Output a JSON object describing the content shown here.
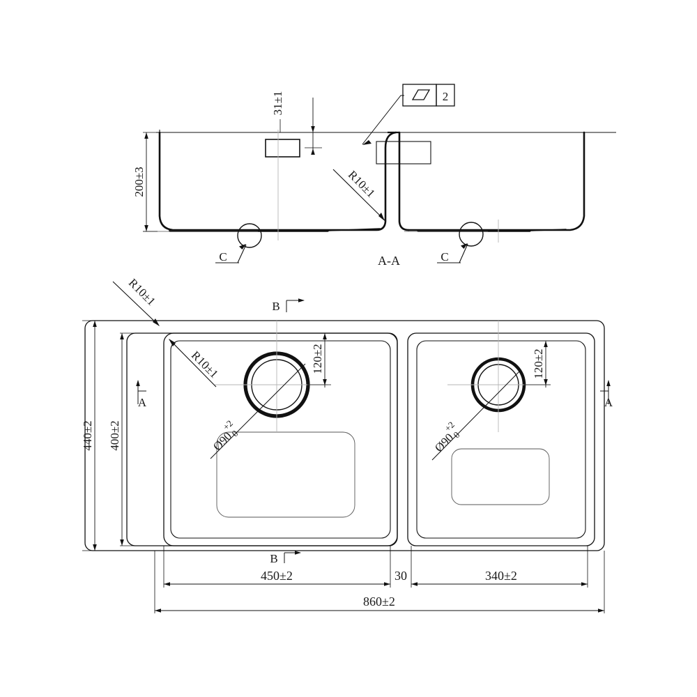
{
  "drawing": {
    "title": "Double bowl kitchen sink technical drawing",
    "units": "mm",
    "line_color": "#111111",
    "thin_color": "#222222",
    "center_color": "#9a9a9a"
  },
  "section_view": {
    "label": "A-A",
    "dimensions": {
      "depth": "200±3",
      "rim_thickness": "31±1",
      "corner_radius": "R10±1"
    },
    "detail_callouts": [
      {
        "label": "C"
      },
      {
        "label": "C"
      }
    ],
    "symbol_box": {
      "shape_icon": "parallelogram-icon",
      "value": "2"
    }
  },
  "plan_view": {
    "dimensions": {
      "overall_width": "860±2",
      "overall_depth": "440±2",
      "bowl_depth": "400±2",
      "left_bowl_width": "450±2",
      "divider_width": "30",
      "right_bowl_width": "340±2",
      "drain_offset_left": "120±2",
      "drain_offset_right": "120±2",
      "drain_diameter_left": "Ø90",
      "drain_diameter_left_tol_upper": "+2",
      "drain_diameter_left_tol_lower": "0",
      "drain_diameter_right": "Ø90",
      "drain_diameter_right_tol_upper": "+2",
      "drain_diameter_right_tol_lower": "0",
      "outer_corner_radius": "R10±1",
      "bowl_corner_radius": "R10±1"
    },
    "section_markers": {
      "a_left": "A",
      "a_right": "A",
      "b_top": "B",
      "b_bottom": "B"
    }
  }
}
